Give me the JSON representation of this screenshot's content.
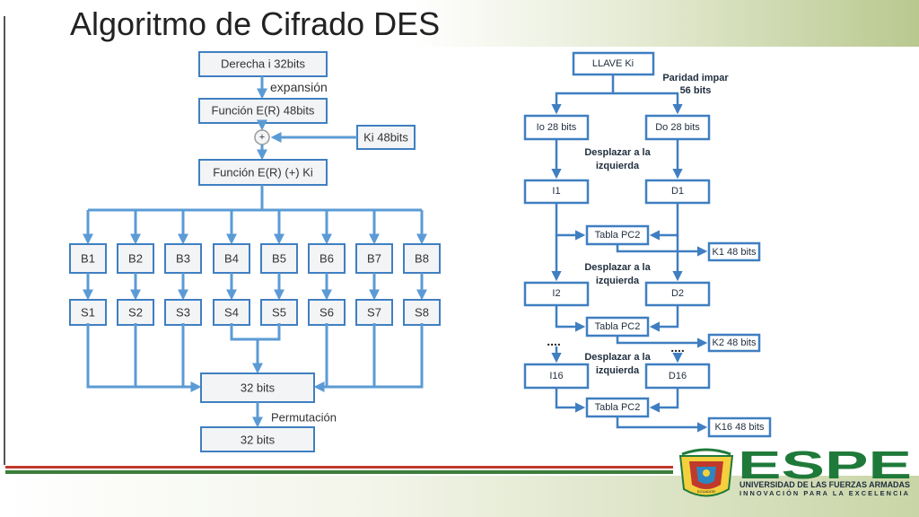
{
  "title": "Algoritmo de Cifrado DES",
  "left": {
    "derecha": "Derecha i 32bits",
    "expansion": "expansión",
    "funcion_r": "Función E(R)  48bits",
    "plus": "+",
    "ki": "Ki 48bits",
    "funcion_rki": "Función E(R) (+) Ki",
    "b_boxes": [
      "B1",
      "B2",
      "B3",
      "B4",
      "B5",
      "B6",
      "B7",
      "B8"
    ],
    "s_boxes": [
      "S1",
      "S2",
      "S3",
      "S4",
      "S5",
      "S6",
      "S7",
      "S8"
    ],
    "bits32_a": "32 bits",
    "permutacion": "Permutación",
    "bits32_b": "32 bits"
  },
  "right": {
    "llave": "LLAVE Ki",
    "paridad1": "Paridad impar",
    "paridad2": "56 bits",
    "io": "Io 28 bits",
    "do": "Do 28 bits",
    "desp1a": "Desplazar a la",
    "desp1b": "izquierda",
    "i1": "I1",
    "d1": "D1",
    "pc2_1": "Tabla PC2",
    "k1": "K1 48 bits",
    "desp2a": "Desplazar a la",
    "desp2b": "izquierda",
    "i2": "I2",
    "d2": "D2",
    "pc2_2": "Tabla PC2",
    "k2": "K2 48 bits",
    "dots": "....",
    "desp3a": "Desplazar a la",
    "desp3b": "izquierda",
    "i16": "I16",
    "d16": "D16",
    "pc2_3": "Tabla PC2",
    "k16": "K16 48 bits"
  },
  "logo": {
    "name": "ESPE",
    "line1": "UNIVERSIDAD DE LAS FUERZAS ARMADAS",
    "line2": "INNOVACIÓN PARA LA EXCELENCIA",
    "seal_text": "ECUADOR"
  },
  "colors": {
    "arrow": "#5b9bd5",
    "box_stroke": "#3f7fc1",
    "brand_green": "#1f7a3a",
    "brand_red": "#c0392b"
  }
}
